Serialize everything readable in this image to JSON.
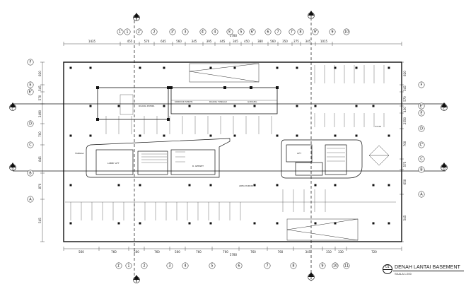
{
  "drawing": {
    "title": "DENAH LANTAI BASEMENT",
    "scale": "SKALA 1:200",
    "sheet_number": "01",
    "overall_dimension_top": "5780",
    "overall_dimension_bottom": "5780"
  },
  "grid_top": [
    "1'",
    "1",
    "2'",
    "2",
    "3'",
    "3",
    "4'",
    "4",
    "5'",
    "5",
    "6'",
    "6",
    "7",
    "7'",
    "8",
    "9'",
    "9",
    "10"
  ],
  "grid_bottom": [
    "1'",
    "1",
    "2",
    "3",
    "4",
    "5",
    "6",
    "7",
    "8",
    "9",
    "10",
    "11"
  ],
  "grid_left": [
    "F",
    "E",
    "E'",
    "D",
    "C",
    "B",
    "A"
  ],
  "grid_right": [
    "F",
    "E'",
    "E",
    "D",
    "C'",
    "C",
    "B",
    "A"
  ],
  "dims_top": [
    "1435",
    "455",
    "570",
    "645",
    "560",
    "345",
    "395",
    "445",
    "345",
    "450",
    "380",
    "560",
    "350",
    "275",
    "345",
    "1015"
  ],
  "dims_bottom": [
    "560",
    "760",
    "560",
    "760",
    "560",
    "760",
    "760",
    "760",
    "760",
    "345",
    "310",
    "330",
    "720"
  ],
  "dims_left": [
    "820",
    "545",
    "570",
    "3490",
    "700",
    "845",
    "870",
    "545"
  ],
  "dims_right": [
    "820",
    "545",
    "570",
    "430",
    "2550",
    "700",
    "575",
    "650",
    "545"
  ],
  "section_marks": [
    {
      "id": "top-left",
      "label": "B"
    },
    {
      "id": "top-right",
      "label": "A"
    },
    {
      "id": "bottom-left",
      "label": "B"
    },
    {
      "id": "bottom-right",
      "label": "A"
    },
    {
      "id": "left-upper",
      "label": "C"
    },
    {
      "id": "left-lower",
      "label": "D"
    },
    {
      "id": "right-upper",
      "label": "C"
    },
    {
      "id": "right-lower",
      "label": "D"
    }
  ],
  "rooms": {
    "ramp_room": "RUANG POMPA",
    "corridor_a": "KORIDOR SERVIS",
    "corridor_b": "RUANG TUNGGU",
    "corridor_c": "GUDANG",
    "core_left": "LOBBY LIFT",
    "core_mid": "R. GENSET",
    "core_right": "LIFT",
    "stair_label": "TANGGA",
    "parking": "AREA PARKIR",
    "level": "±0.00"
  }
}
